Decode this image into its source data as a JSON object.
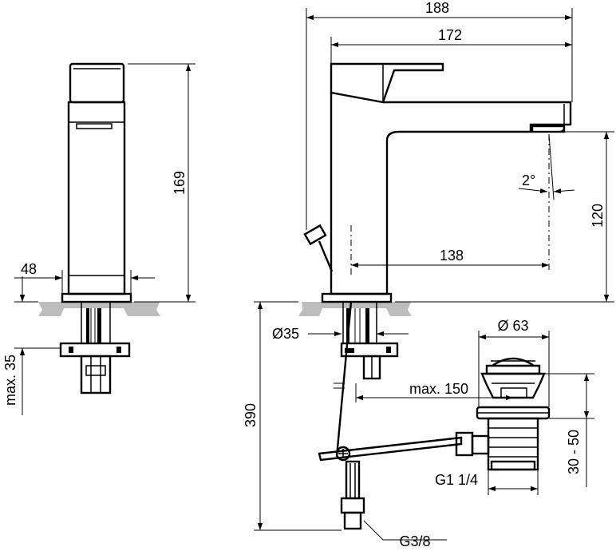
{
  "dimensions": {
    "overall_length": "188",
    "spout_length": "172",
    "height": "169",
    "spout_height": "120",
    "base_width": "48",
    "reach": "138",
    "spray_angle": "2°",
    "mounting_thickness": "max. 35",
    "hole_diameter": "Ø35",
    "waste_diameter": "Ø 63",
    "pull_rod_distance": "max. 150",
    "supply_length": "390",
    "waste_adjustment": "30 - 50",
    "waste_thread": "G1 1/4",
    "supply_thread": "G3/8"
  },
  "colors": {
    "line": "#000000",
    "countertop_hatch": "#bdbdbd",
    "background": "#ffffff"
  }
}
